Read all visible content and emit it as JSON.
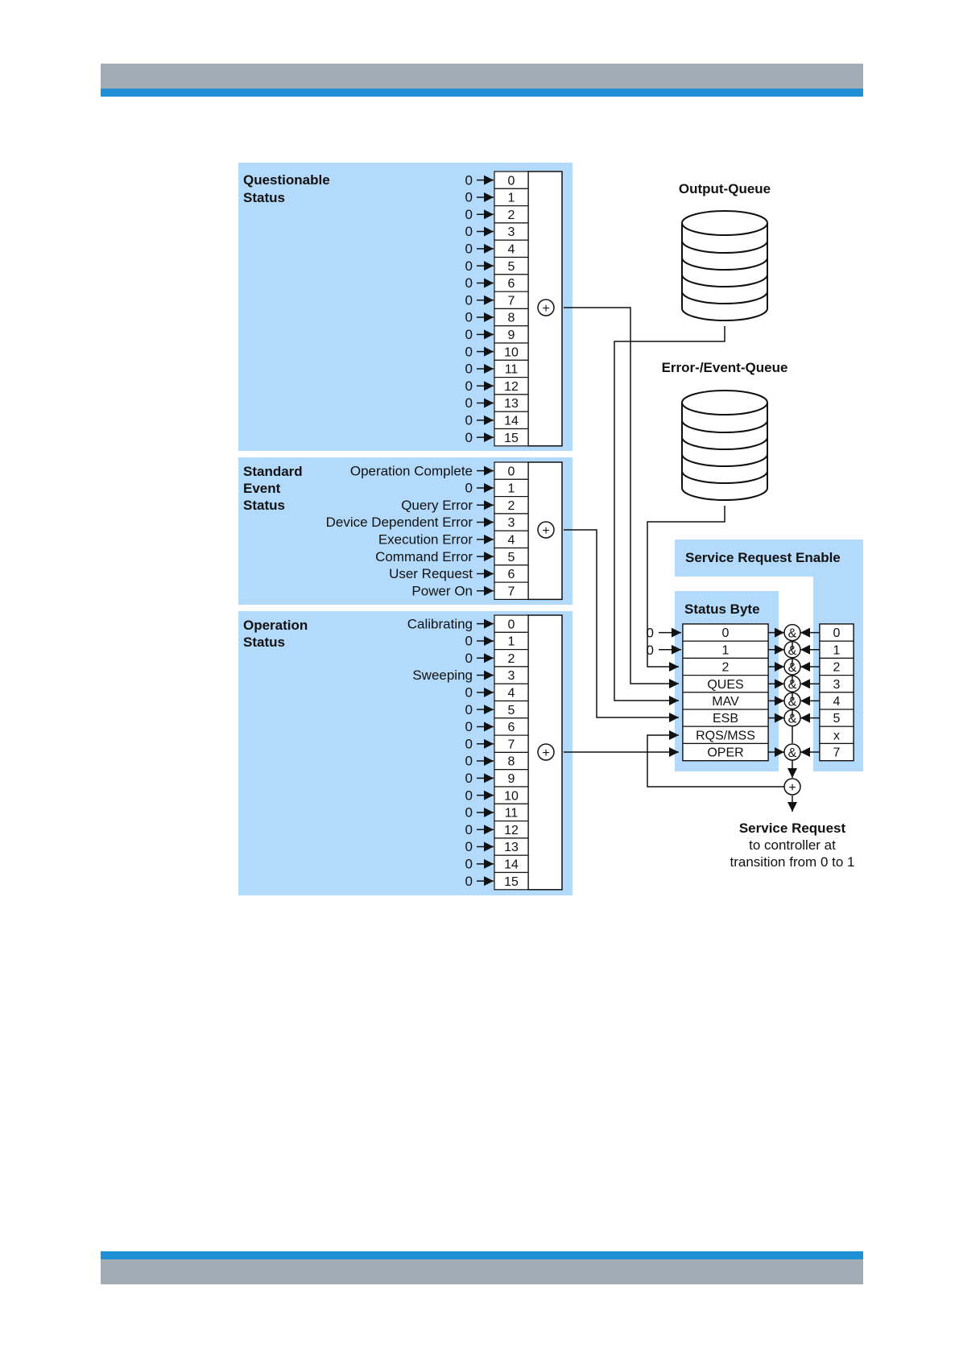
{
  "page": {
    "header": {
      "color_gray": "#a2acb4",
      "color_blue": "#1f8fd6"
    },
    "footer": {
      "color_gray": "#a2acb4",
      "color_blue": "#1f8fd6"
    },
    "panel_fill": "#b3dafa"
  },
  "questionable": {
    "title": [
      "Questionable",
      "Status"
    ],
    "inputs": [
      "0",
      "0",
      "0",
      "0",
      "0",
      "0",
      "0",
      "0",
      "0",
      "0",
      "0",
      "0",
      "0",
      "0",
      "0",
      "0"
    ],
    "bits": [
      "0",
      "1",
      "2",
      "3",
      "4",
      "5",
      "6",
      "7",
      "8",
      "9",
      "10",
      "11",
      "12",
      "13",
      "14",
      "15"
    ]
  },
  "standard_event": {
    "title": [
      "Standard",
      "Event",
      "Status"
    ],
    "inputs": [
      "Operation Complete",
      "0",
      "Query Error",
      "Device Dependent Error",
      "Execution Error",
      "Command Error",
      "User Request",
      "Power On"
    ],
    "bits": [
      "0",
      "1",
      "2",
      "3",
      "4",
      "5",
      "6",
      "7"
    ]
  },
  "operation": {
    "title": [
      "Operation",
      "Status"
    ],
    "inputs": [
      "Calibrating",
      "0",
      "0",
      "Sweeping",
      "0",
      "0",
      "0",
      "0",
      "0",
      "0",
      "0",
      "0",
      "0",
      "0",
      "0",
      "0"
    ],
    "bits": [
      "0",
      "1",
      "2",
      "3",
      "4",
      "5",
      "6",
      "7",
      "8",
      "9",
      "10",
      "11",
      "12",
      "13",
      "14",
      "15"
    ]
  },
  "or_symbol": "+",
  "and_symbol": "&",
  "output_queue": {
    "label": "Output-Queue"
  },
  "error_queue": {
    "label": "Error-/Event-Queue"
  },
  "service_request_enable": {
    "title": "Service Request Enable",
    "bits": [
      "0",
      "1",
      "2",
      "3",
      "4",
      "5",
      "x",
      "7"
    ]
  },
  "status_byte": {
    "title": "Status Byte",
    "inputs": [
      "0",
      "0"
    ],
    "bits": [
      "0",
      "1",
      "2",
      "QUES",
      "MAV",
      "ESB",
      "RQS/MSS",
      "OPER"
    ]
  },
  "service_request": {
    "title": "Service Request",
    "line2": "to controller at",
    "line3": "transition from 0 to 1"
  }
}
